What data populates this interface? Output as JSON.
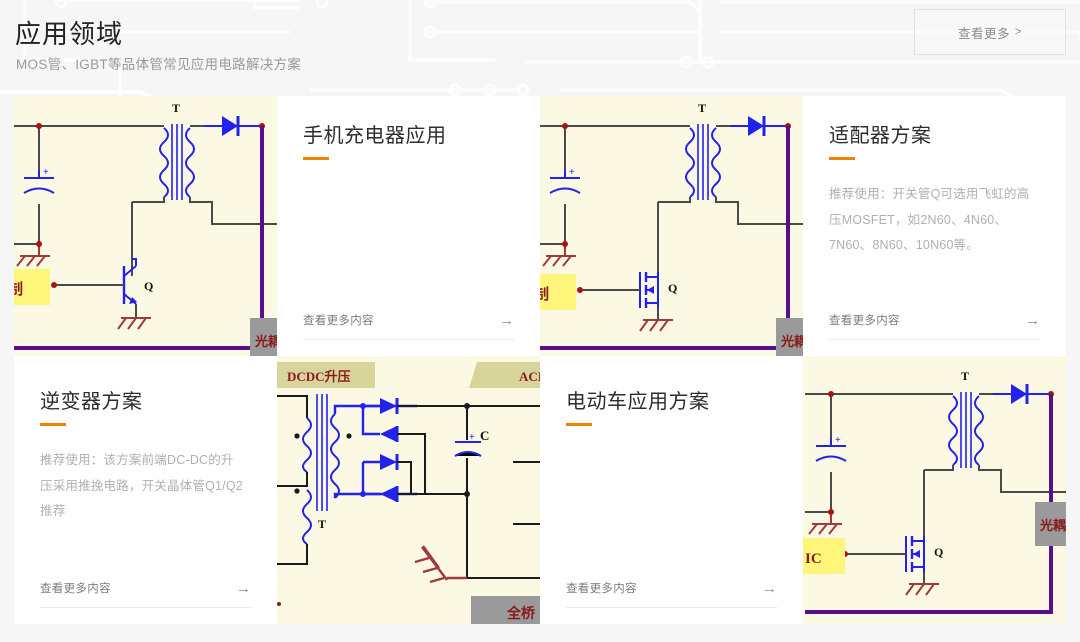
{
  "header": {
    "title": "应用领域",
    "subtitle": "MOS管、IGBT等品体管常见应用电路解决方案",
    "more_label": "查看更多",
    "more_chevron": ">"
  },
  "common": {
    "read_more_label": "查看更多内容",
    "arrow_glyph": "→",
    "accent_color": "#f08300"
  },
  "cards": [
    {
      "kind": "circuit",
      "name": "flyback-bjt-schematic",
      "labels": {
        "transformer": "T",
        "transistor": "Q",
        "optocoupler": "光耦",
        "control_block": "制",
        "cap_plus": "+"
      }
    },
    {
      "kind": "text",
      "name": "phone-charger",
      "title": "手机充电器应用",
      "desc": "",
      "read_more": "查看更多内容"
    },
    {
      "kind": "circuit",
      "name": "flyback-mosfet-schematic",
      "labels": {
        "transformer": "T",
        "transistor": "Q",
        "optocoupler": "光耦",
        "control_block": "制",
        "cap_plus": "+"
      }
    },
    {
      "kind": "text",
      "name": "adapter-solution",
      "title": "适配器方案",
      "desc": "推荐使用：开关管Q可选用飞虹的高压MOSFET，如2N60、4N60、7N60、8N60、10N60等。",
      "read_more": "查看更多内容"
    },
    {
      "kind": "text",
      "name": "inverter-solution",
      "title": "逆变器方案",
      "desc": "推荐使用：该方案前端DC-DC的升压采用推挽电路，开关晶体管Q1/Q2推荐",
      "read_more": "查看更多内容"
    },
    {
      "kind": "circuit",
      "name": "dcdc-boost-bridge-schematic",
      "labels": {
        "stage1": "DCDC升压",
        "stage2": "ACD",
        "stage3": "全桥",
        "transformer": "T",
        "capacitor": "C",
        "cap_plus": "+"
      }
    },
    {
      "kind": "text",
      "name": "ev-application",
      "title": "电动车应用方案",
      "desc": "",
      "read_more": "查看更多内容"
    },
    {
      "kind": "circuit",
      "name": "flyback-mosfet-ic-schematic",
      "labels": {
        "transformer": "T",
        "transistor": "Q",
        "optocoupler": "光耦",
        "control_block": "IC",
        "cap_plus": "+"
      }
    }
  ],
  "palette": {
    "schematic_bg": "#fbf9e4",
    "wire": "#4a4a4a",
    "component_blue": "#2222ee",
    "ground_red": "#a03a3a",
    "node_red": "#b01010",
    "bus_purple": "#5a0f8a",
    "chip_gray": "#9a9a9a",
    "chip_text_red": "#8b1a1a",
    "control_yellow": "#fdf67a",
    "stage_chip": "#d8d59c"
  }
}
